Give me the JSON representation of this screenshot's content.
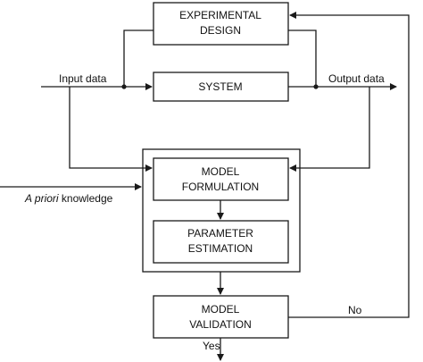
{
  "boxes": {
    "experimental_design": {
      "line1": "EXPERIMENTAL",
      "line2": "DESIGN"
    },
    "system": {
      "line1": "SYSTEM"
    },
    "model_formulation": {
      "line1": "MODEL",
      "line2": "FORMULATION"
    },
    "parameter_estimation": {
      "line1": "PARAMETER",
      "line2": "ESTIMATION"
    },
    "model_validation": {
      "line1": "MODEL",
      "line2": "VALIDATION"
    }
  },
  "labels": {
    "input_data": "Input data",
    "output_data": "Output data",
    "a_priori_italic": "A priori",
    "a_priori_rest": " knowledge",
    "no": "No",
    "yes": "Yes"
  }
}
